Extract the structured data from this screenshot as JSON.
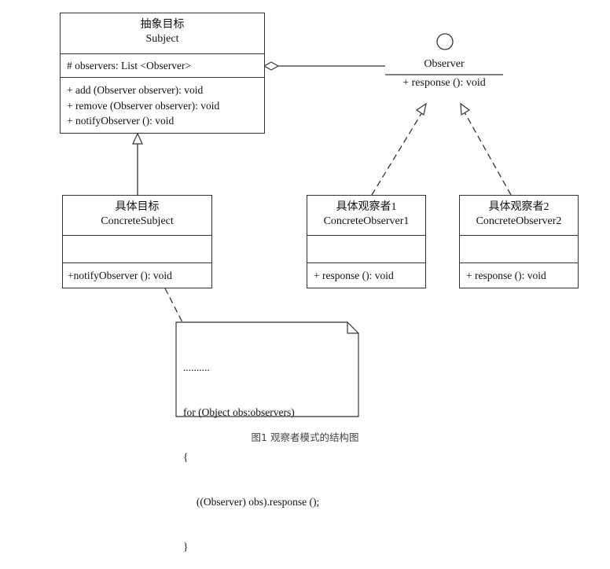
{
  "subject": {
    "title_cn": "抽象目标",
    "title_en": "Subject",
    "attributes": [
      "# observers: List <Observer>"
    ],
    "methods": [
      "+ add (Observer observer): void",
      "+ remove (Observer observer): void",
      "+ notifyObserver (): void"
    ]
  },
  "observer": {
    "name": "Observer",
    "method": "+ response (): void"
  },
  "concrete_subject": {
    "title_cn": "具体目标",
    "title_en": "ConcreteSubject",
    "method": "+notifyObserver (): void"
  },
  "concrete_observer1": {
    "title_cn": "具体观察者1",
    "title_en": "ConcreteObserver1",
    "method": "+ response (): void"
  },
  "concrete_observer2": {
    "title_cn": "具体观察者2",
    "title_en": "ConcreteObserver2",
    "method": "+ response (): void"
  },
  "note": {
    "lines": [
      "..........",
      "for (Object obs:observers)",
      "{",
      "     ((Observer) obs).response ();",
      "}"
    ]
  },
  "caption": "图1 观察者模式的结构图"
}
